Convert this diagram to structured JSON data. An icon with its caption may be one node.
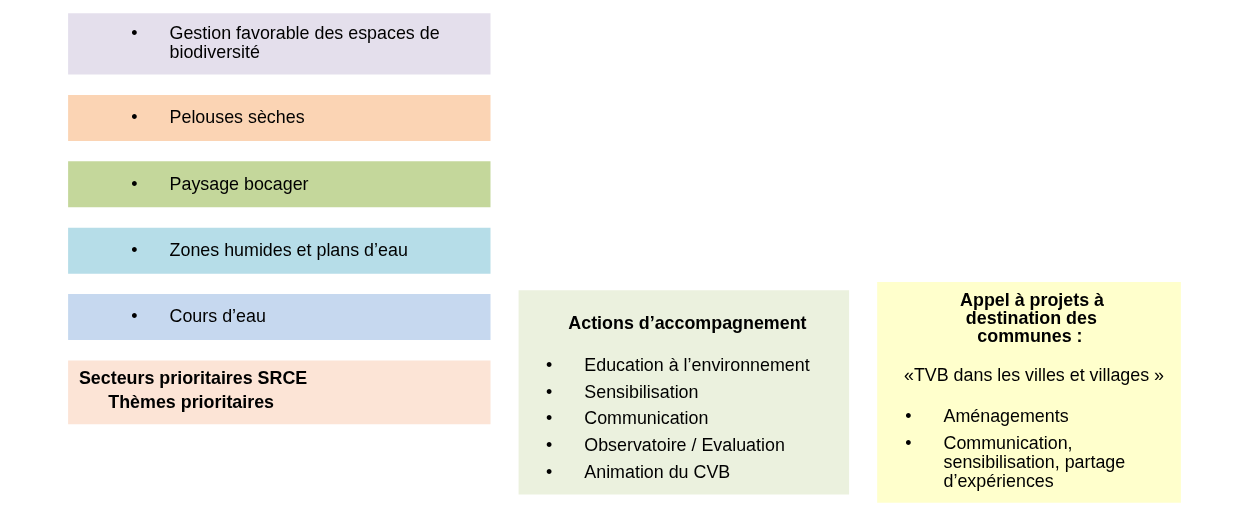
{
  "diagram": {
    "nodes": [
      {
        "text": [
          "Secteurs prioritaires SRCE",
          "Thèmes prioritaires"
        ]
      },
      {
        "text": [
          "• Cours d’eau"
        ]
      },
      {
        "text": [
          "• Zones humides et plans d’eau"
        ]
      },
      {
        "text": [
          "• Paysage bocager"
        ]
      },
      {
        "text": [
          "• Pelouses sèches"
        ]
      },
      {
        "text": [
          "• Gestion favorable des espaces de biodiversité"
        ]
      },
      {
        "text": [
          "Actions d’accompagnement",
          "• Education à l’environnement",
          "• Sensibilisation",
          "• Communication",
          "• Observatoire / Evaluation",
          "• Animation du CVB"
        ]
      },
      {
        "text": [
          "Appel à projets à destination des communes :",
          "«TVB dans les villes et villages »",
          "• Aménagements",
          "• Communication, sensibilisation, partage d’expériences"
        ]
      }
    ]
  }
}
